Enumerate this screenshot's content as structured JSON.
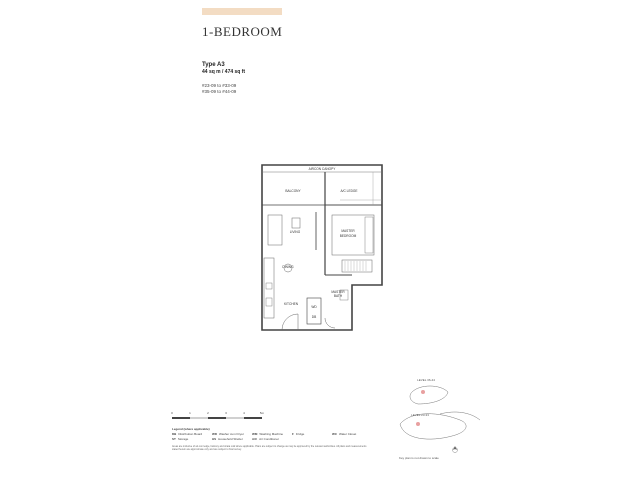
{
  "colors": {
    "accent": "#f3dcc3",
    "wall": "#444444",
    "highlight": "#e8a0a0"
  },
  "header": {
    "title": "1-BEDROOM"
  },
  "unit": {
    "type": "Type A3",
    "area": "44 sq m / 474 sq ft",
    "stacks": [
      "#23-09 to #33-09",
      "#35-09 to #44-09"
    ]
  },
  "rooms": {
    "aircon_canopy": "AIRCON CANOPY",
    "balcony": "BALCONY",
    "ac_ledge": "A/C LEDGE",
    "living": "LIVING",
    "master_bedroom_1": "MASTER",
    "master_bedroom_2": "BEDROOM",
    "dining": "DINING",
    "kitchen": "KITCHEN",
    "master_bath_1": "MASTER",
    "master_bath_2": "BATH",
    "wd": "WD",
    "db": "DB"
  },
  "scale": {
    "ticks": [
      "0",
      "1",
      "2",
      "3",
      "4",
      "5m"
    ]
  },
  "legend": {
    "title": "Legend (where applicable)",
    "items": [
      {
        "code": "DB",
        "text": "Distribution Board"
      },
      {
        "code": "WD",
        "text": "Washer cum Dryer"
      },
      {
        "code": "WM",
        "text": "Washing Machine"
      },
      {
        "code": "F",
        "text": "Fridge"
      },
      {
        "code": "WC",
        "text": "Water Closet"
      },
      {
        "code": "ST",
        "text": "Storage"
      },
      {
        "code": "HS",
        "text": "Household Shelter"
      },
      {
        "code": "A/C",
        "text": "Air Conditioner"
      },
      {
        "code": "",
        "text": ""
      },
      {
        "code": "",
        "text": ""
      }
    ]
  },
  "disclaimer": "Areas are inclusive of air-con ledge, balcony and strata void where applicable. Plans are subject to change as may be approved by the relevant authorities. All plans and measurements stated herein are approximate only and are subject to final survey.",
  "keyplan": {
    "level_top": "LEVEL 36-44",
    "level_bottom": "LEVEL 23-33",
    "caption": "Key plan is not drawn to scale"
  }
}
